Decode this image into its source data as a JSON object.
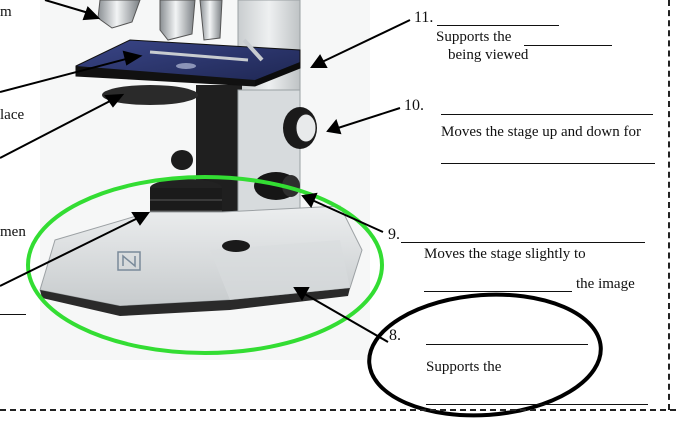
{
  "left_fragments": {
    "top": "m",
    "place": "lace",
    "specimen": "men"
  },
  "label_11": {
    "number": "11.",
    "line1": "Supports the",
    "line2": "being viewed"
  },
  "label_10": {
    "number": "10.",
    "description": "Moves the stage up and down for"
  },
  "label_9": {
    "number": "9.",
    "line1": "Moves the stage slightly to",
    "line2": "the image"
  },
  "label_8": {
    "number": "8.",
    "description": "Supports the"
  },
  "colors": {
    "highlight_green": "#33dd33",
    "circle_black": "#000000",
    "stage_blue": "#25306a",
    "body_gray": "#e4e7e8"
  }
}
